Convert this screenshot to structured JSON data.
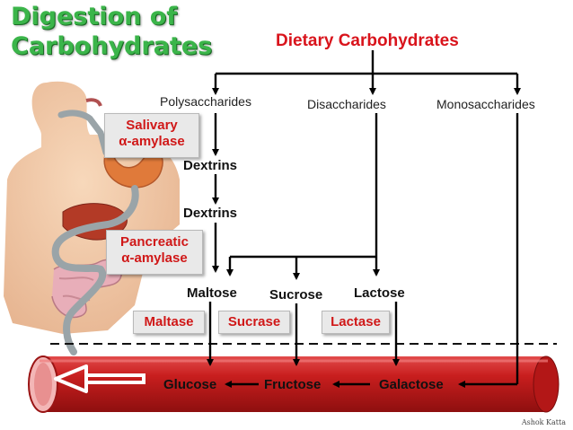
{
  "title": {
    "line1": "Digestion of",
    "line2": "Carbohydrates"
  },
  "top_label": "Dietary Carbohydrates",
  "categories": {
    "poly": "Polysaccharides",
    "di": "Disaccharides",
    "mono": "Monosaccharides"
  },
  "intermediates": {
    "dextrins1": "Dextrins",
    "dextrins2": "Dextrins"
  },
  "disaccharides": {
    "maltose": "Maltose",
    "sucrose": "Sucrose",
    "lactose": "Lactose"
  },
  "enzymes": {
    "salivary": {
      "line1": "Salivary",
      "line2": "α-amylase"
    },
    "pancreatic": {
      "line1": "Pancreatic",
      "line2": "α-amylase"
    },
    "maltase": "Maltase",
    "sucrase": "Sucrase",
    "lactase": "Lactase"
  },
  "monosaccharides": {
    "glucose": "Glucose",
    "fructose": "Fructose",
    "galactose": "Galactose"
  },
  "credit": "Ashok Katta",
  "colors": {
    "title_green": "#3bb54a",
    "title_red": "#d9141c",
    "enzyme_text": "#d01818",
    "vessel": "#c41a1a"
  }
}
